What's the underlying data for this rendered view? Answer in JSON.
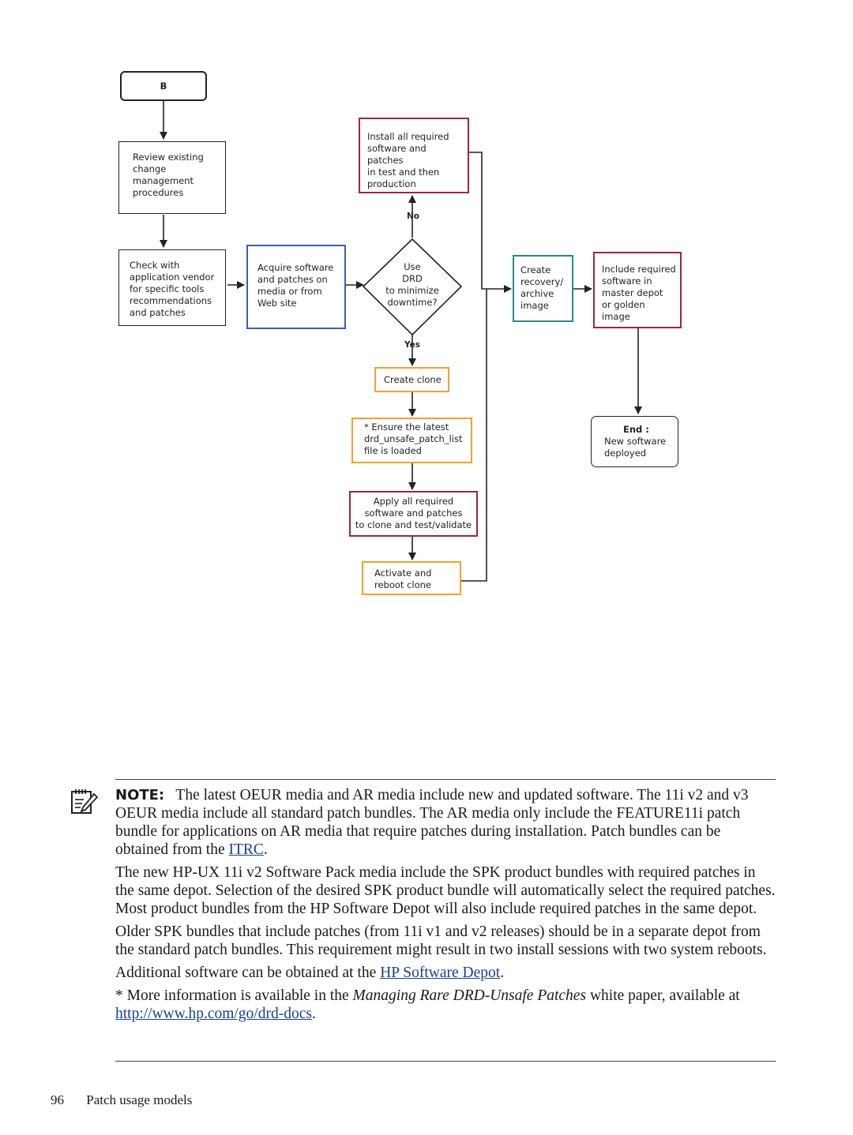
{
  "diagram": {
    "start_label": "B",
    "review": "Review existing\nchange\nmanagement\nprocedures",
    "check": "Check with\napplication vendor\nfor specific tools\nrecommendations\nand patches",
    "acquire": "Acquire software\nand patches on\nmedia or from\nWeb site",
    "decision": "Use\nDRD\nto minimize\ndowntime?",
    "no_label": "No",
    "yes_label": "Yes",
    "install": "Install all required\nsoftware and patches\nin test and then\nproduction",
    "create_clone": "Create clone",
    "ensure": "* Ensure the latest\ndrd_unsafe_patch_list\nfile is loaded",
    "apply": "Apply all required\nsoftware and patches\nto clone and test/validate",
    "activate": "Activate and\nreboot clone",
    "recovery": "Create\nrecovery/\narchive\nimage",
    "include": "Include required\nsoftware in\nmaster depot\nor golden\nimage",
    "end_title": "End :",
    "end_body": "New software\ndeployed"
  },
  "note": {
    "label": "NOTE:",
    "p1_text": "The latest OEUR media and AR media include new and updated software. The 11i v2 and v3 OEUR media include all standard patch bundles. The AR media only include the FEATURE11i patch bundle for applications on AR media that require patches during installation. Patch bundles can be obtained from the ",
    "p1_link": "ITRC",
    "p1_end": ".",
    "p2": "The new HP-UX 11i v2 Software Pack media include the SPK product bundles with required patches in the same depot. Selection of the desired SPK product bundle will automatically select the required patches. Most product bundles from the HP Software Depot will also include required patches in the same depot.",
    "p3": "Older SPK bundles that include patches (from 11i v1 and v2 releases) should be in a separate depot from the standard patch bundles. This requirement might result in two install sessions with two system reboots.",
    "p4_text": "Additional software can be obtained at the ",
    "p4_link": "HP Software Depot",
    "p4_end": ".",
    "p5_text1": "* More information is available in the ",
    "p5_italic": "Managing Rare DRD-Unsafe Patches",
    "p5_text2": " white paper, available at ",
    "p5_link": "http://www.hp.com/go/drd-docs",
    "p5_end": "."
  },
  "footer": {
    "page_number": "96",
    "section": "Patch usage models"
  },
  "colors": {
    "black": "#222222",
    "blue": "#3a5fb0",
    "red": "#9a2a35",
    "teal": "#2a8a82",
    "orange": "#f5a030",
    "link": "#1a3f8f"
  },
  "icons": [
    "note-pencil-icon"
  ]
}
